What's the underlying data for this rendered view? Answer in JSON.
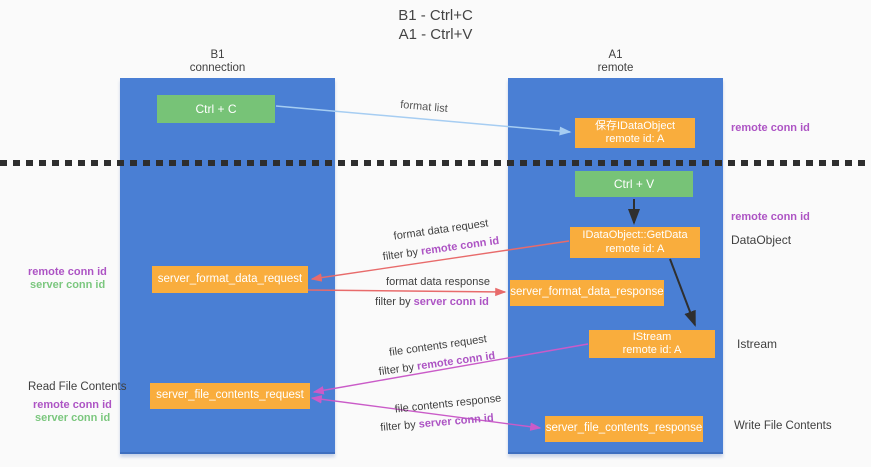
{
  "title": {
    "line1": "B1 - Ctrl+C",
    "line2": "A1 - Ctrl+V"
  },
  "lanes": {
    "left": {
      "header_top": "B1",
      "header_bottom": "connection"
    },
    "right": {
      "header_top": "A1",
      "header_bottom": "remote"
    }
  },
  "boxes": {
    "ctrl_c": {
      "label": "Ctrl + C"
    },
    "ctrl_v": {
      "label": "Ctrl + V"
    },
    "save_dataobject": {
      "line1": "保存IDataObject",
      "line2": "remote id: A"
    },
    "getdata": {
      "line1": "IDataObject::GetData",
      "line2": "remote id: A"
    },
    "istream": {
      "line1": "IStream",
      "line2": "remote id: A"
    },
    "server_format_data_request": {
      "label": "server_format_data_request"
    },
    "server_format_data_response": {
      "label": "server_format_data_response"
    },
    "server_file_contents_request": {
      "label": "server_file_contents_request"
    },
    "server_file_contents_response": {
      "label": "server_file_contents_response"
    }
  },
  "flow_labels": {
    "format_list": "format list",
    "format_data_request": "format data request",
    "format_data_response": "format data response",
    "file_contents_request": "file contents request",
    "file_contents_response": "file contents response",
    "filter_by": "filter by ",
    "remote_conn_id": "remote conn id",
    "server_conn_id": "server conn id"
  },
  "margin_labels": {
    "right_remote_conn_id_top": "remote conn id",
    "right_remote_conn_id_mid": "remote conn id",
    "right_dataobject": "DataObject",
    "right_istream": "Istream",
    "right_write_file_contents": "Write File Contents",
    "left_remote_conn_id_1": "remote conn id",
    "left_server_conn_id_1": "server conn id",
    "left_read_file_contents": "Read File Contents",
    "left_remote_conn_id_2": "remote conn id",
    "left_server_conn_id_2": "server conn id"
  },
  "colors": {
    "lane_blue": "#4a7fd4",
    "box_green": "#77c377",
    "box_orange": "#f9ad3d",
    "arrow_light_blue": "#a6cdf2",
    "arrow_red": "#e86b6b",
    "arrow_magenta": "#ca5bc8",
    "arrow_black": "#2f2f2f",
    "emphasis_purple": "#ad54c4",
    "emphasis_green": "#7bc77e"
  }
}
